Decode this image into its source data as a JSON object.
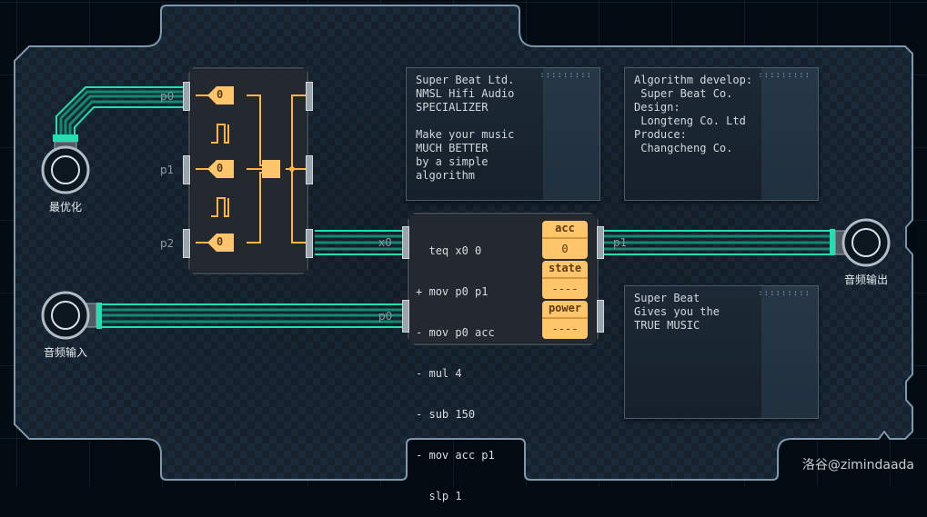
{
  "game": {
    "title": "Audio circuit board",
    "colors": {
      "wire": "#1fe0b0",
      "accent": "#ffc56a",
      "board": "#1a2836"
    }
  },
  "jacks": {
    "optimize": {
      "label": "最优化",
      "icon": "jack-icon"
    },
    "audio_in": {
      "label": "音频输入",
      "icon": "jack-icon"
    },
    "audio_out": {
      "label": "音频输出",
      "icon": "jack-icon"
    }
  },
  "mux_chip": {
    "ports": [
      "p0",
      "p1",
      "p2"
    ],
    "inputs": [
      "0",
      "0",
      "0"
    ],
    "icons": [
      "pulse-wave-icon",
      "pulse-wave-icon"
    ]
  },
  "mcu_chip": {
    "left_ports": [
      "x0",
      "p0"
    ],
    "right_ports": [
      "p1"
    ],
    "code": [
      {
        "marker": " ",
        "text": "teq x0 0"
      },
      {
        "marker": "+",
        "text": "mov p0 p1"
      },
      {
        "marker": "-",
        "text": "mov p0 acc"
      },
      {
        "marker": "-",
        "text": "mul 4"
      },
      {
        "marker": "-",
        "text": "sub 150"
      },
      {
        "marker": "-",
        "text": "mov acc p1"
      },
      {
        "marker": " ",
        "text": "slp 1"
      }
    ],
    "registers": [
      {
        "name": "acc",
        "value": "0"
      },
      {
        "name": "state",
        "value": "----"
      },
      {
        "name": "power",
        "value": "----"
      }
    ]
  },
  "notes": [
    {
      "text": "Super Beat Ltd.\nNMSL Hifi Audio\nSPECIALIZER\n\nMake your music\nMUCH BETTER\nby a simple\nalgorithm"
    },
    {
      "text": "Algorithm develop:\n Super Beat Co.\nDesign:\n Longteng Co. Ltd\nProduce:\n Changcheng Co."
    },
    {
      "text": "Super Beat\nGives you the\nTRUE MUSIC"
    }
  ],
  "watermark": "洛谷@zimindaada"
}
